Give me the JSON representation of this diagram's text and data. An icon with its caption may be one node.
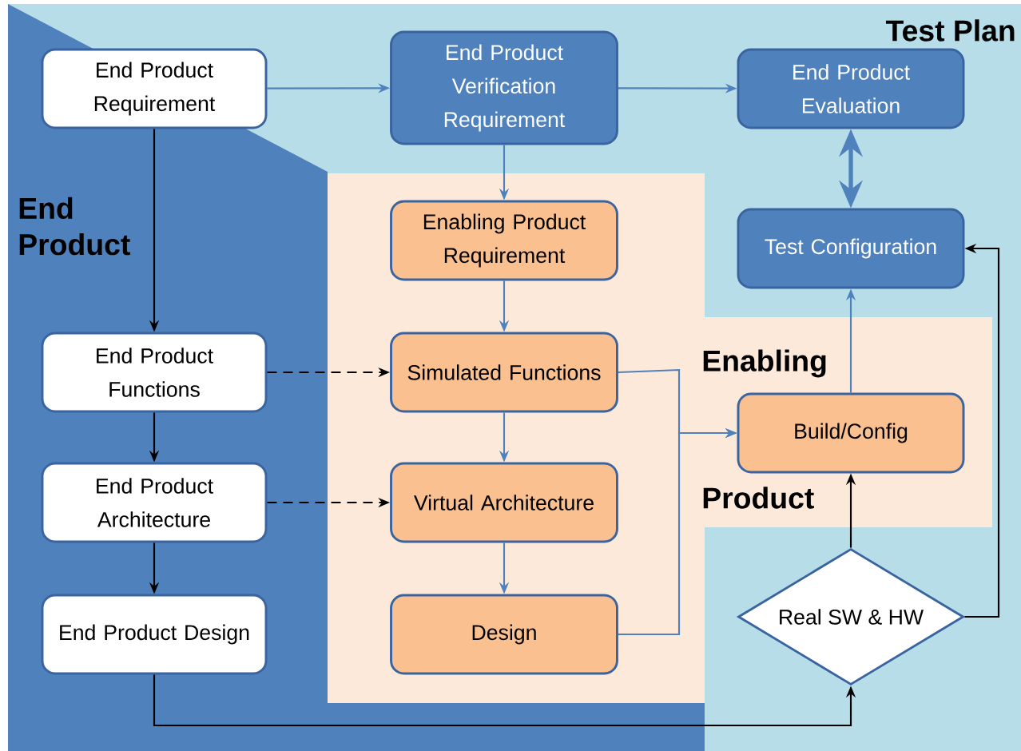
{
  "diagram": {
    "nodes": [
      {
        "text": [
          "End Product Requirement"
        ]
      },
      {
        "text": [
          "End Product Verification Requirement"
        ]
      },
      {
        "text": [
          "End Product Evaluation"
        ]
      },
      {
        "text": [
          "Enabling Product Requirement"
        ]
      },
      {
        "text": [
          "Test Configuration"
        ]
      },
      {
        "text": [
          "End Product Functions"
        ]
      },
      {
        "text": [
          "Simulated Functions"
        ]
      },
      {
        "text": [
          "Build/Config"
        ]
      },
      {
        "text": [
          "End Product Architecture"
        ]
      },
      {
        "text": [
          "Virtual Architecture"
        ]
      },
      {
        "text": [
          "End Product Design"
        ]
      },
      {
        "text": [
          "Design"
        ]
      },
      {
        "text": [
          "Real SW & HW"
        ]
      }
    ],
    "edges": [
      {
        "from": 0,
        "to": 1,
        "arrow": "to"
      },
      {
        "from": 1,
        "to": 2,
        "arrow": "to"
      },
      {
        "from": 0,
        "to": 5,
        "arrow": "to",
        "color": "#000000"
      },
      {
        "from": 1,
        "to": 3,
        "arrow": "to"
      },
      {
        "from": 2,
        "to": 4,
        "arrow": "both",
        "style": "thick"
      },
      {
        "from": 3,
        "to": 6,
        "arrow": "to"
      },
      {
        "from": 5,
        "to": 6,
        "arrow": "to",
        "style": "dashed",
        "color": "#000000"
      },
      {
        "from": 6,
        "to": 9,
        "arrow": "to"
      },
      {
        "from": 6,
        "to": 7,
        "arrow": "to"
      },
      {
        "from": 11,
        "to": 7,
        "arrow": "to"
      },
      {
        "from": 7,
        "to": 4,
        "arrow": "to"
      },
      {
        "from": 5,
        "to": 8,
        "arrow": "to",
        "color": "#000000"
      },
      {
        "from": 8,
        "to": 9,
        "arrow": "to",
        "style": "dashed",
        "color": "#000000"
      },
      {
        "from": 9,
        "to": 11,
        "arrow": "to"
      },
      {
        "from": 8,
        "to": 10,
        "arrow": "to",
        "color": "#000000"
      },
      {
        "from": 10,
        "to": 12,
        "arrow": "to",
        "color": "#000000"
      },
      {
        "from": 12,
        "to": 7,
        "arrow": "to",
        "color": "#000000"
      },
      {
        "from": 12,
        "to": 4,
        "arrow": "to",
        "color": "#000000"
      }
    ],
    "labels": [
      "Test Plan",
      "End Product",
      "Enabling",
      "Product"
    ]
  }
}
